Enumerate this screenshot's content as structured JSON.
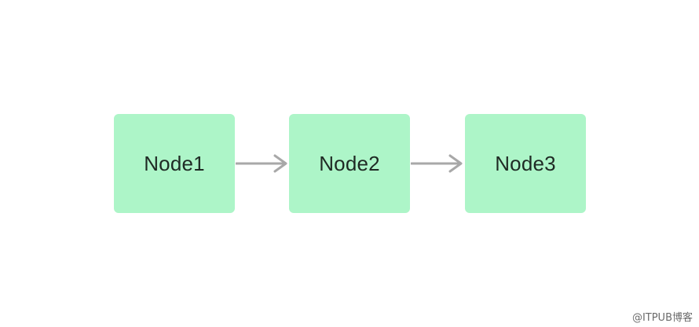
{
  "diagram": {
    "nodes": [
      {
        "label": "Node1"
      },
      {
        "label": "Node2"
      },
      {
        "label": "Node3"
      }
    ],
    "edges": [
      {
        "from": "Node1",
        "to": "Node2"
      },
      {
        "from": "Node2",
        "to": "Node3"
      }
    ],
    "colors": {
      "node_fill": "#adf5c8",
      "arrow": "#a8a8a8",
      "background": "#ffffff"
    }
  },
  "watermark": {
    "text": "@ITPUB博客"
  }
}
